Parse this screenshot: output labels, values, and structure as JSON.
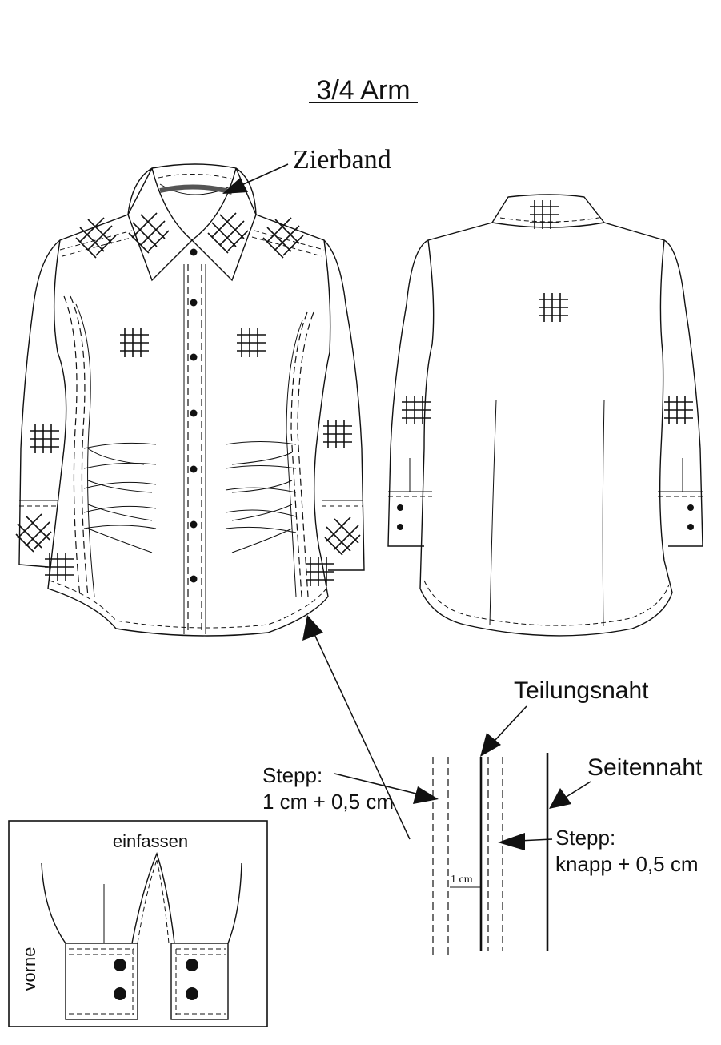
{
  "title": "3/4 Arm",
  "labels": {
    "zierband": "Zierband",
    "teilungsnaht": "Teilungsnaht",
    "seitennaht": "Seitennaht",
    "stepp_outer_line1": "Stepp:",
    "stepp_outer_line2": "1 cm + 0,5 cm",
    "stepp_inner_line1": "Stepp:",
    "stepp_inner_line2": "knapp + 0,5 cm",
    "one_cm": "1 cm",
    "einfassen": "einfassen",
    "vorne": "vorne"
  },
  "colors": {
    "ink": "#111111",
    "zierband": "#555555",
    "background": "#ffffff"
  }
}
